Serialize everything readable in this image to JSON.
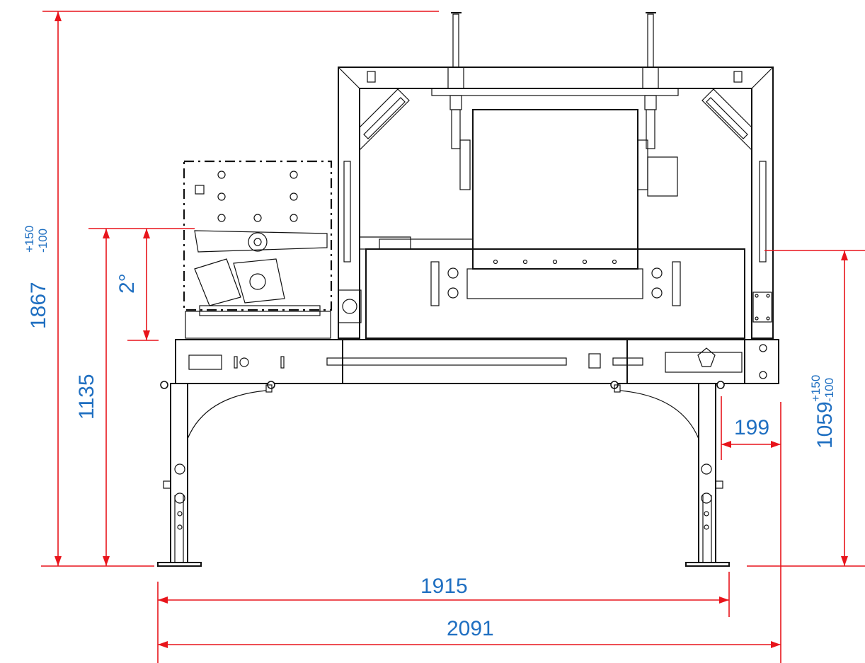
{
  "drawing": {
    "dimensions": {
      "overall_height": "1867",
      "overall_height_tol_upper": "+150",
      "overall_height_tol_lower": "-100",
      "table_height": "1135",
      "tilt_angle": "2°",
      "conveyor_height": "1059",
      "conveyor_height_tol_upper": "+150",
      "conveyor_height_tol_lower": "-100",
      "offset_right": "199",
      "leg_span": "1915",
      "overall_length": "2091"
    },
    "colors": {
      "dimension_line": "#e8141b",
      "dimension_text": "#1f6fc1",
      "outline": "#111111"
    }
  }
}
